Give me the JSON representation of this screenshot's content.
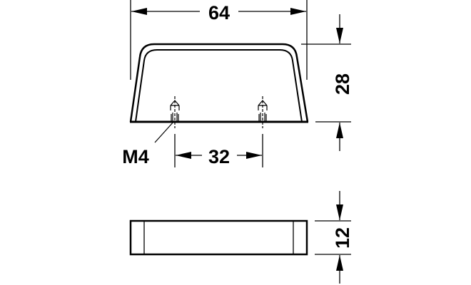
{
  "drawing": {
    "front_view": {
      "width_dimension": "64",
      "height_dimension": "28",
      "hole_spacing_dimension": "32",
      "thread_label": "M4"
    },
    "side_view": {
      "depth_dimension": "12"
    },
    "colors": {
      "line": "#000000",
      "background": "#ffffff"
    }
  }
}
